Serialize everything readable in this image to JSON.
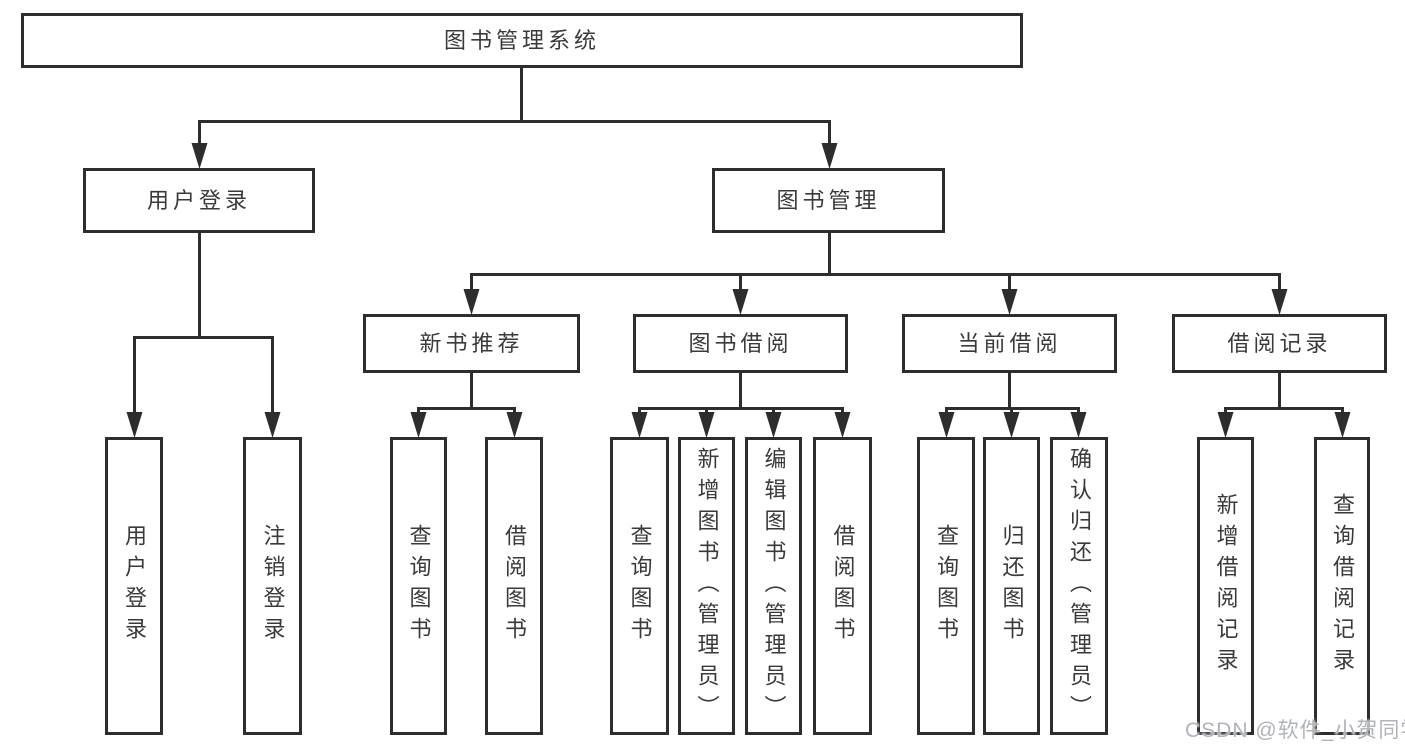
{
  "nodes": {
    "root": "图书管理系统",
    "user_login_group": "用户登录",
    "book_management": "图书管理",
    "new_book_recommend": "新书推荐",
    "book_borrowing": "图书借阅",
    "current_borrowing": "当前借阅",
    "borrowing_records": "借阅记录",
    "user_login": "用户登录",
    "logout": "注销登录",
    "nb_query_books": "查询图书",
    "nb_borrow_books": "借阅图书",
    "bb_query_books": "查询图书",
    "bb_add_books": "新增图书（管理员）",
    "bb_edit_books": "编辑图书（管理员）",
    "bb_borrow_books": "借阅图书",
    "cb_query_books": "查询图书",
    "cb_return_books": "归还图书",
    "cb_confirm_return": "确认归还（管理员）",
    "br_add_record": "新增借阅记录",
    "br_query_record": "查询借阅记录"
  },
  "hierarchy": {
    "图书管理系统": {
      "用户登录": [
        "用户登录",
        "注销登录"
      ],
      "图书管理": {
        "新书推荐": [
          "查询图书",
          "借阅图书"
        ],
        "图书借阅": [
          "查询图书",
          "新增图书（管理员）",
          "编辑图书（管理员）",
          "借阅图书"
        ],
        "当前借阅": [
          "查询图书",
          "归还图书",
          "确认归还（管理员）"
        ],
        "借阅记录": [
          "新增借阅记录",
          "查询借阅记录"
        ]
      }
    }
  },
  "watermark": "CSDN @软件_小贺同学",
  "colors": {
    "line": "#2d2d2d",
    "box_border": "#2d2d2d",
    "box_background": "#ffffff",
    "text": "#3a3a3a",
    "watermark_text": "#b0b3b8",
    "background": "#ffffff"
  }
}
